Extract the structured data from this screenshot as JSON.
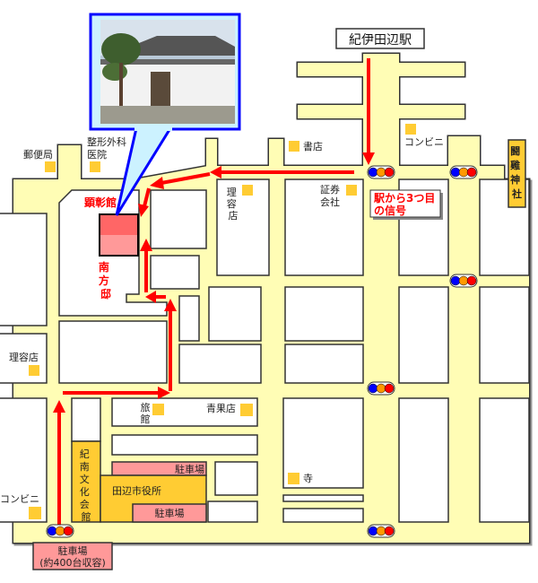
{
  "station": {
    "label": "紀伊田辺駅"
  },
  "landmarks": {
    "post_office": "郵便局",
    "orthopedic_1": "整形外科",
    "orthopedic_2": "医院",
    "bookstore": "書店",
    "convenience_top": "コンビニ",
    "barber_center": [
      "理",
      "容",
      "店"
    ],
    "securities_1": "証券",
    "securities_2": "会社",
    "shrine": [
      "闘",
      "雞",
      "神",
      "社"
    ],
    "barber_left": "理容店",
    "inn": [
      "旅",
      "館"
    ],
    "greengrocer": "青果店",
    "temple": "寺",
    "convenience_bottom": "コンビニ",
    "culture_hall": [
      "紀",
      "南",
      "文",
      "化",
      "会",
      "館"
    ],
    "city_hall": "田辺市役所",
    "parking_upper": "駐車場",
    "parking_lower": "駐車場",
    "parking_main_1": "駐車場",
    "parking_main_2": "(約400台収容)"
  },
  "destination": {
    "kenshokan": "顕彰館",
    "minakata": [
      "南",
      "方",
      "邸"
    ]
  },
  "callout": {
    "signal_note_1": "駅から3つ目",
    "signal_note_2": "の信号"
  },
  "colors": {
    "road": "#FFFDB5",
    "route": "#FF0000",
    "marker": "#FFCC33",
    "parking": "#FF9999",
    "callout_border": "#0000FF",
    "callout_fill": "#CCF2FF"
  }
}
